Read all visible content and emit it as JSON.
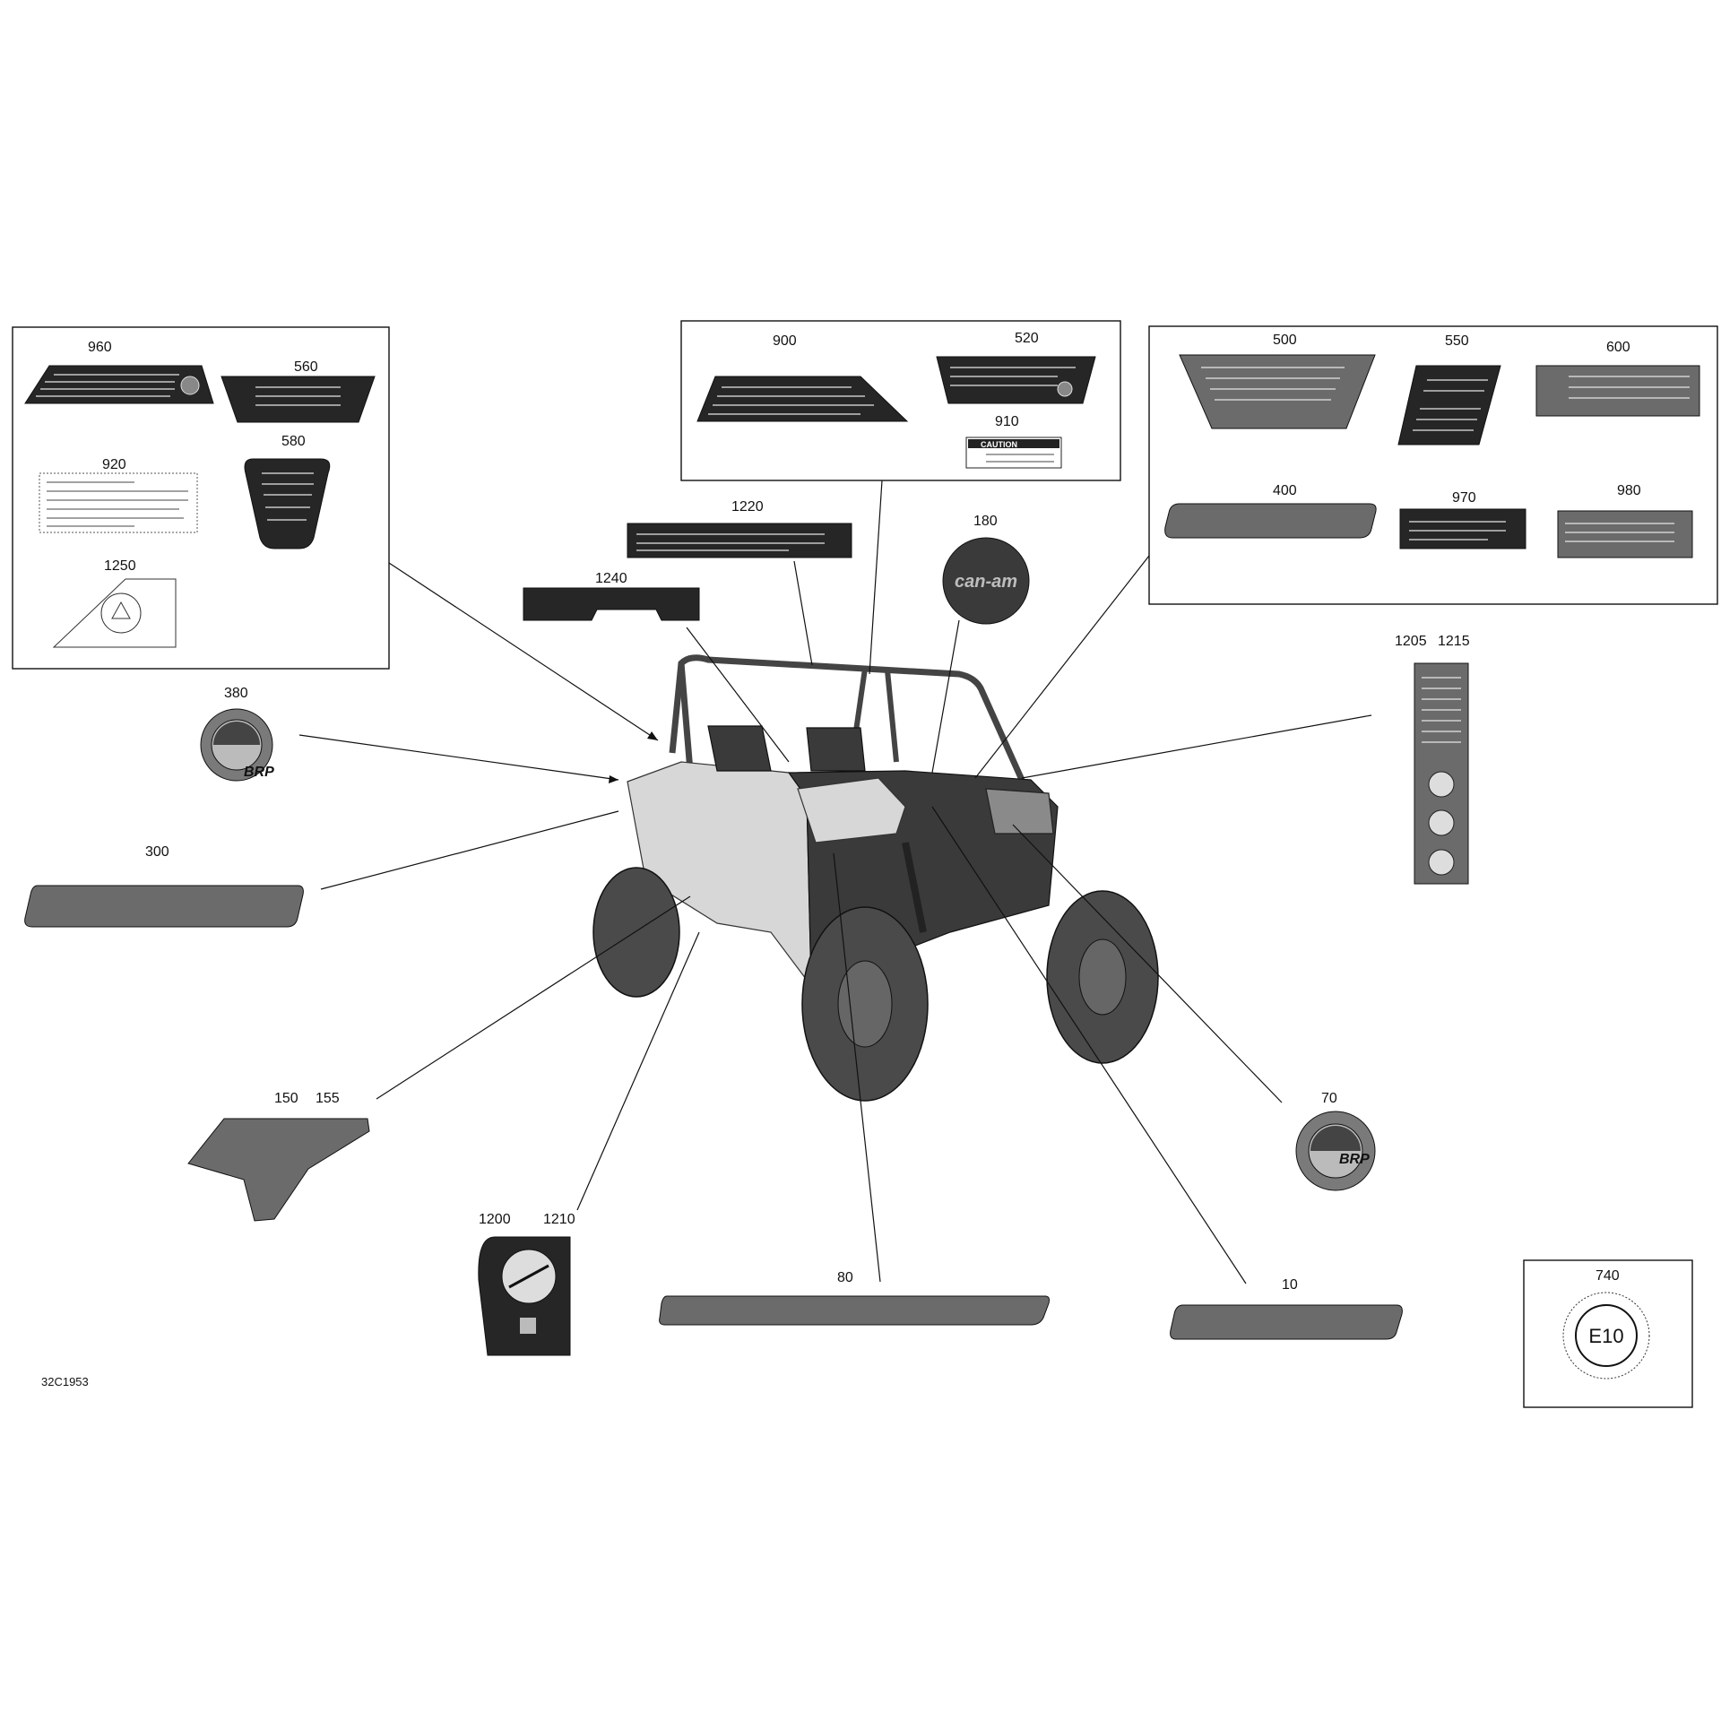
{
  "diagram": {
    "drawing_ref": "32C1953",
    "callouts": {
      "c960": "960",
      "c560": "560",
      "c920": "920",
      "c580": "580",
      "c1250": "1250",
      "c900": "900",
      "c520": "520",
      "c910": "910",
      "c500": "500",
      "c550": "550",
      "c600": "600",
      "c400": "400",
      "c970": "970",
      "c980": "980",
      "c1220": "1220",
      "c1240": "1240",
      "c180": "180",
      "c380": "380",
      "c300": "300",
      "c1205": "1205",
      "c1215": "1215",
      "c150": "150",
      "c155": "155",
      "c1200": "1200",
      "c1210": "1210",
      "c80": "80",
      "c10": "10",
      "c70": "70",
      "c740": "740"
    },
    "decal_text": {
      "caution": "CAUTION",
      "can_am": "can-am",
      "brp": "BRP",
      "e10": "E10"
    }
  }
}
